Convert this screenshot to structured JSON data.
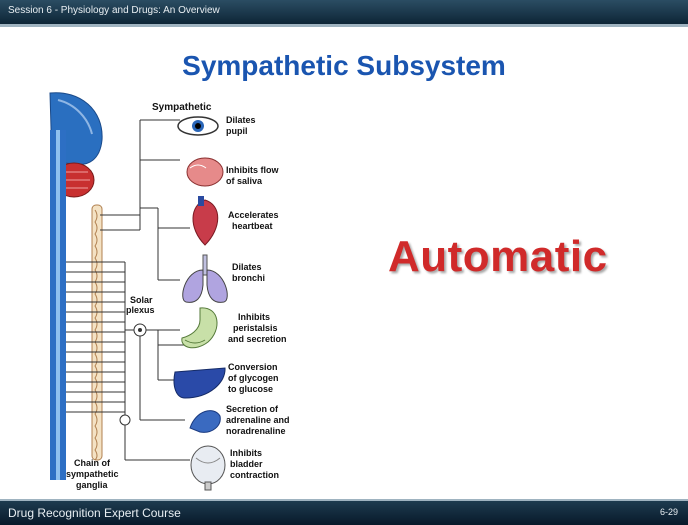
{
  "header": {
    "session_label": "Session 6 - Physiology and Drugs: An Overview"
  },
  "title": "Sympathetic Subsystem",
  "highlight_word": "Automatic",
  "diagram": {
    "heading": "Sympathetic",
    "effects": [
      {
        "line1": "Dilates",
        "line2": "pupil",
        "line3": ""
      },
      {
        "line1": "Inhibits flow",
        "line2": "of saliva",
        "line3": ""
      },
      {
        "line1": "Accelerates",
        "line2": "heartbeat",
        "line3": ""
      },
      {
        "line1": "Dilates",
        "line2": "bronchi",
        "line3": ""
      },
      {
        "line1": "Inhibits",
        "line2": "peristalsis",
        "line3": "and secretion"
      },
      {
        "line1": "Conversion",
        "line2": "of glycogen",
        "line3": "to glucose"
      },
      {
        "line1": "Secretion of",
        "line2": "adrenaline and",
        "line3": "noradrenaline"
      },
      {
        "line1": "Inhibits",
        "line2": "bladder",
        "line3": "contraction"
      }
    ],
    "solar_plexus": {
      "line1": "Solar",
      "line2": "plexus"
    },
    "chain": {
      "line1": "Chain of",
      "line2": "sympathetic",
      "line3": "ganglia"
    }
  },
  "footer": {
    "course": "Drug Recognition Expert Course",
    "slide_number": "6-29"
  },
  "colors": {
    "title": "#1a55b0",
    "highlight": "#d02a2a",
    "bar": "#0d2536",
    "nerve": "#5a5aa0"
  }
}
